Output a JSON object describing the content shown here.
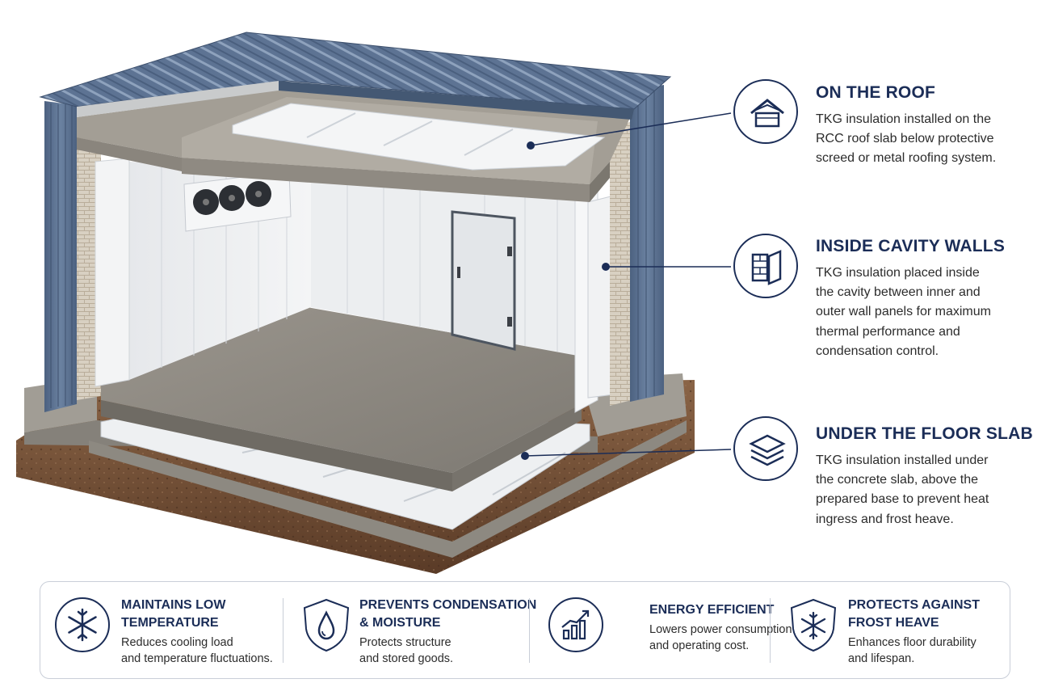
{
  "callouts": [
    {
      "title": "ON THE ROOF",
      "lines": [
        "TKG insulation installed on the",
        "RCC roof slab below protective",
        "screed or metal roofing system."
      ],
      "icon": "house-roof-icon"
    },
    {
      "title": "INSIDE CAVITY WALLS",
      "lines": [
        "TKG insulation placed inside",
        "the cavity between inner and",
        "outer wall panels for maximum",
        "thermal performance and",
        "condensation control."
      ],
      "icon": "brick-wall-panel-icon"
    },
    {
      "title": "UNDER THE FLOOR SLAB",
      "lines": [
        "TKG insulation installed under",
        "the concrete slab, above the",
        "prepared base to prevent heat",
        "ingress and frost heave."
      ],
      "icon": "stacked-layers-icon"
    }
  ],
  "benefits": [
    {
      "title_lines": [
        "MAINTAINS LOW",
        "TEMPERATURE"
      ],
      "desc_lines": [
        "Reduces cooling load",
        "and temperature fluctuations."
      ],
      "icon": "snowflake-icon"
    },
    {
      "title_lines": [
        "PREVENTS CONDENSATION",
        "& MOISTURE"
      ],
      "desc_lines": [
        "Protects structure",
        "and stored goods."
      ],
      "icon": "water-drop-shield-icon"
    },
    {
      "title_lines": [
        "ENERGY EFFICIENT"
      ],
      "desc_lines": [
        "Lowers power consumption",
        "and operating cost."
      ],
      "icon": "rising-chart-icon"
    },
    {
      "title_lines": [
        "PROTECTS AGAINST",
        "FROST HEAVE"
      ],
      "desc_lines": [
        "Enhances floor durability",
        "and lifespan."
      ],
      "icon": "snowflake-shield-icon"
    }
  ],
  "colors": {
    "navy": "#1b2d57",
    "roof_metal": "#5f7594",
    "concrete": "#8f8b84",
    "insulation": "#f1f2f3",
    "soil": "#6b4a33"
  }
}
